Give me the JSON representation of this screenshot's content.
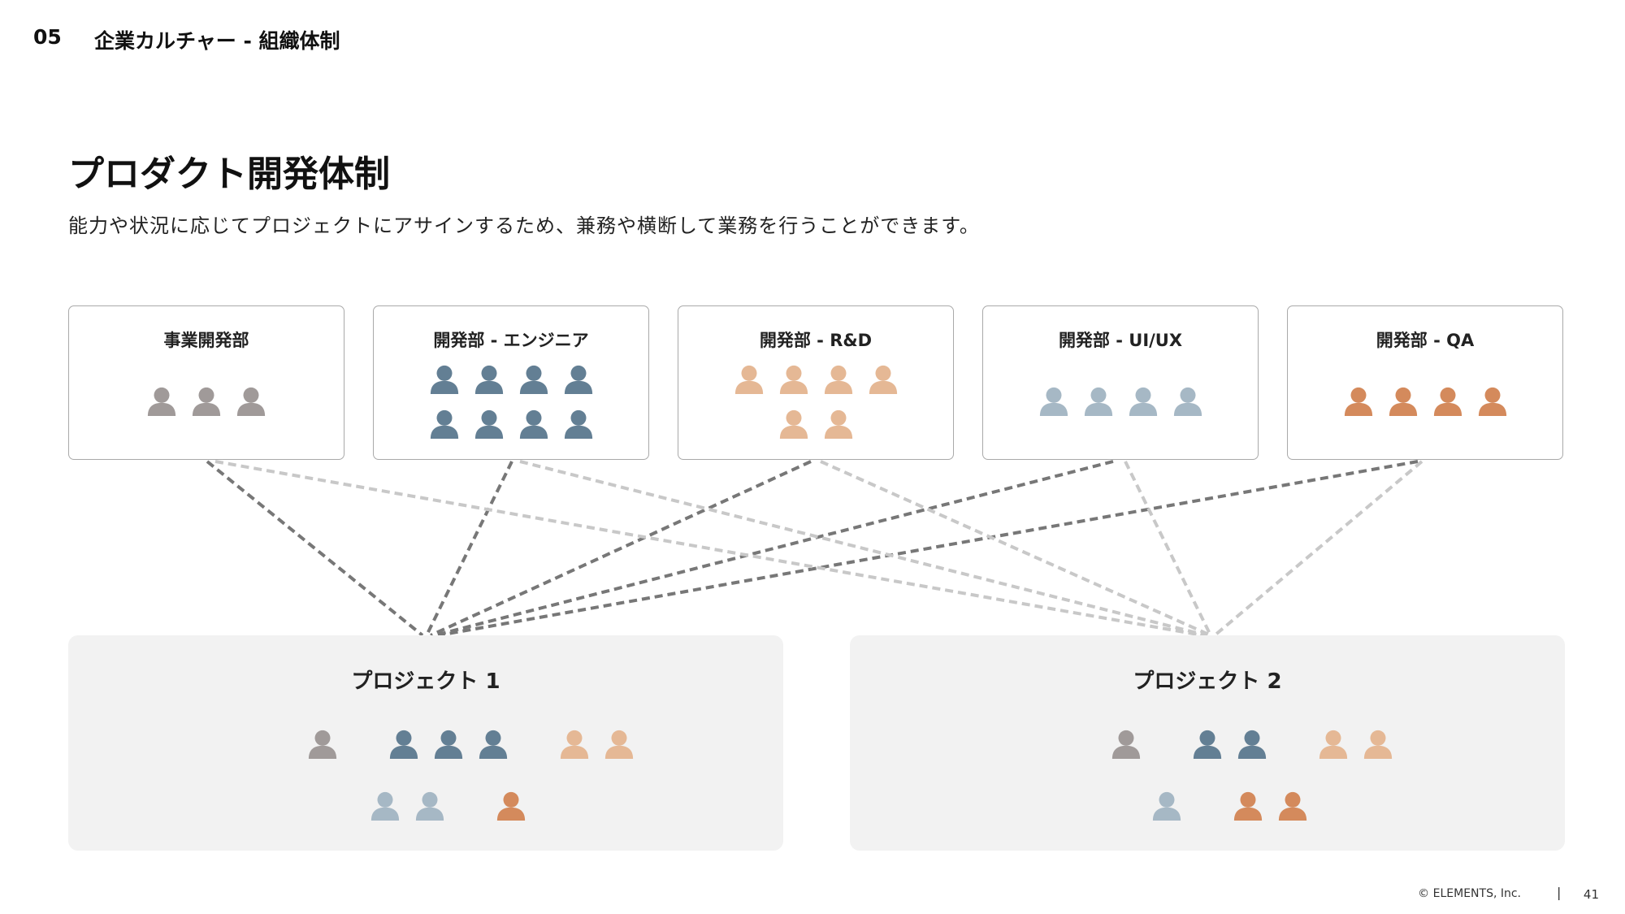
{
  "header": {
    "section_number": "05",
    "section_title": "企業カルチャー - 組織体制"
  },
  "main": {
    "title": "プロダクト開発体制",
    "description": "能力や状況に応じてプロジェクトにアサインするため、兼務や横断して業務を行うことができます。"
  },
  "colors": {
    "biz": "#a09a99",
    "eng": "#637f94",
    "rd": "#e5b895",
    "uiux": "#a6b8c5",
    "qa": "#d48a5c",
    "line_dark": "#777777",
    "line_light": "#c8c8c8"
  },
  "icon": "person-icon",
  "departments": [
    {
      "label": "事業開発部",
      "color_key": "biz",
      "members": 3
    },
    {
      "label": "開発部 - エンジニア",
      "color_key": "eng",
      "members": 8
    },
    {
      "label": "開発部 - R&D",
      "color_key": "rd",
      "members": 6
    },
    {
      "label": "開発部 - UI/UX",
      "color_key": "uiux",
      "members": 4
    },
    {
      "label": "開発部 - QA",
      "color_key": "qa",
      "members": 4
    }
  ],
  "projects": [
    {
      "label": "プロジェクト 1",
      "members": {
        "biz": 1,
        "eng": 3,
        "rd": 2,
        "uiux": 2,
        "qa": 1
      }
    },
    {
      "label": "プロジェクト 2",
      "members": {
        "biz": 1,
        "eng": 2,
        "rd": 2,
        "uiux": 1,
        "qa": 2
      }
    }
  ],
  "footer": {
    "copyright": "© ELEMENTS, Inc.",
    "separator": "|",
    "page_number": "41"
  }
}
